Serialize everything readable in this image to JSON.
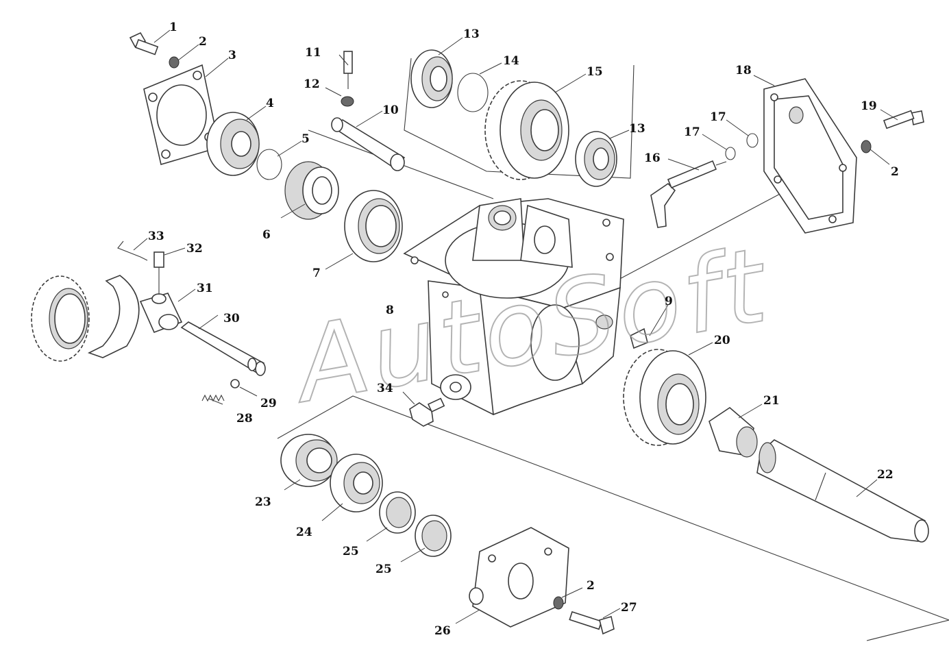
{
  "watermark": "AutoSoft",
  "callouts": [
    {
      "id": "c1",
      "text": "1"
    },
    {
      "id": "c2a",
      "text": "2"
    },
    {
      "id": "c3",
      "text": "3"
    },
    {
      "id": "c4",
      "text": "4"
    },
    {
      "id": "c5",
      "text": "5"
    },
    {
      "id": "c6",
      "text": "6"
    },
    {
      "id": "c7",
      "text": "7"
    },
    {
      "id": "c8",
      "text": "8"
    },
    {
      "id": "c9",
      "text": "9"
    },
    {
      "id": "c10",
      "text": "10"
    },
    {
      "id": "c11",
      "text": "11"
    },
    {
      "id": "c12",
      "text": "12"
    },
    {
      "id": "c13a",
      "text": "13"
    },
    {
      "id": "c13b",
      "text": "13"
    },
    {
      "id": "c14",
      "text": "14"
    },
    {
      "id": "c15",
      "text": "15"
    },
    {
      "id": "c16",
      "text": "16"
    },
    {
      "id": "c17a",
      "text": "17"
    },
    {
      "id": "c17b",
      "text": "17"
    },
    {
      "id": "c18",
      "text": "18"
    },
    {
      "id": "c19",
      "text": "19"
    },
    {
      "id": "c2b",
      "text": "2"
    },
    {
      "id": "c20",
      "text": "20"
    },
    {
      "id": "c21",
      "text": "21"
    },
    {
      "id": "c22",
      "text": "22"
    },
    {
      "id": "c23",
      "text": "23"
    },
    {
      "id": "c24",
      "text": "24"
    },
    {
      "id": "c25a",
      "text": "25"
    },
    {
      "id": "c25b",
      "text": "25"
    },
    {
      "id": "c26",
      "text": "26"
    },
    {
      "id": "c2c",
      "text": "2"
    },
    {
      "id": "c27",
      "text": "27"
    },
    {
      "id": "c28",
      "text": "28"
    },
    {
      "id": "c29",
      "text": "29"
    },
    {
      "id": "c30",
      "text": "30"
    },
    {
      "id": "c31",
      "text": "31"
    },
    {
      "id": "c32",
      "text": "32"
    },
    {
      "id": "c33",
      "text": "33"
    },
    {
      "id": "c34",
      "text": "34"
    }
  ]
}
